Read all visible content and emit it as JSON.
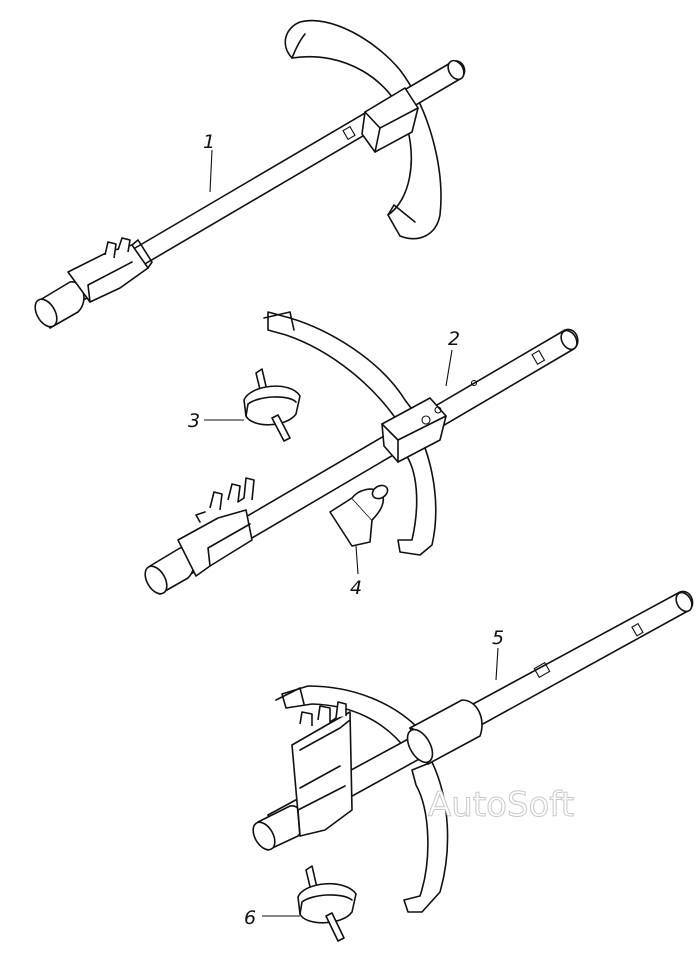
{
  "callouts": [
    {
      "id": "1",
      "label": "1"
    },
    {
      "id": "2",
      "label": "2"
    },
    {
      "id": "3",
      "label": "3"
    },
    {
      "id": "4",
      "label": "4"
    },
    {
      "id": "5",
      "label": "5"
    },
    {
      "id": "6",
      "label": "6"
    }
  ],
  "watermark": "AutoSoft"
}
